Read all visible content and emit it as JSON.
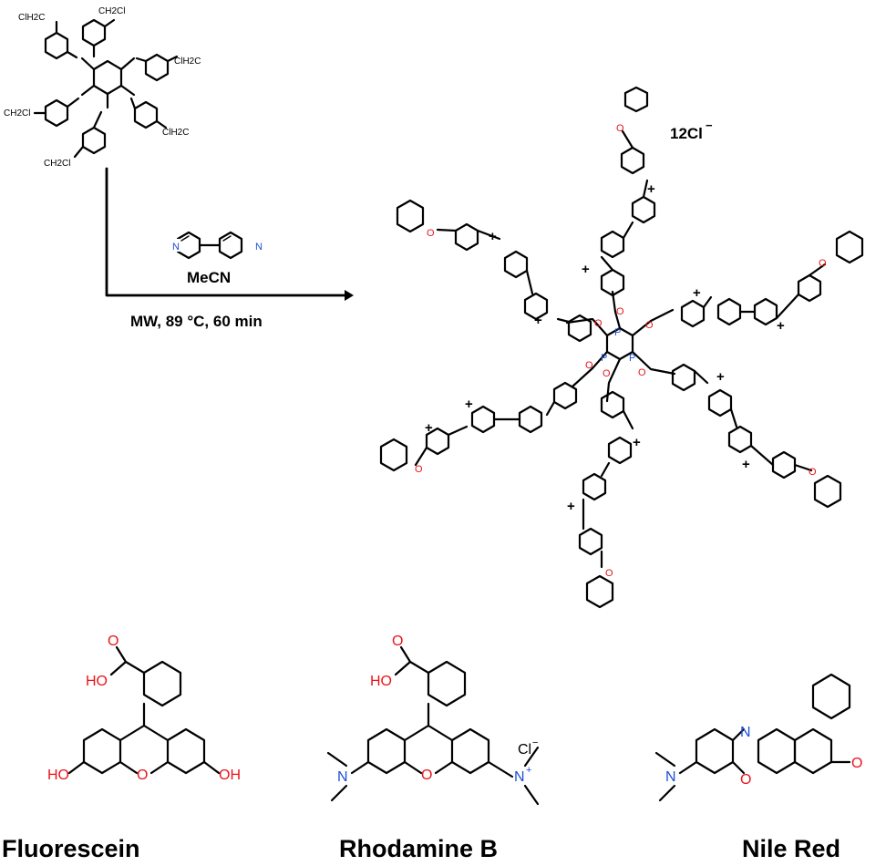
{
  "reaction": {
    "reagent": "MeCN",
    "conditions": "MW, 89 °C, 60 min",
    "reactant_groups": [
      "ClH2C",
      "CH2Cl",
      "ClH2C",
      "CH2Cl",
      "ClH2C",
      "CH2Cl"
    ],
    "counterion": "12Cl",
    "counterion_charge": "−"
  },
  "atoms": {
    "P": "P",
    "N": "N",
    "O": "O",
    "plus": "+"
  },
  "dyes": {
    "fluorescein": {
      "name": "Fluorescein",
      "groups": [
        "HO",
        "OH",
        "HO",
        "O"
      ]
    },
    "rhodamine": {
      "name": "Rhodamine B",
      "groups": [
        "HO",
        "O",
        "N",
        "N",
        "Cl",
        "−",
        "+"
      ]
    },
    "nile_red": {
      "name": "Nile Red",
      "groups": [
        "N",
        "N",
        "O",
        "O"
      ]
    }
  },
  "colors": {
    "oxygen": "#e8141b",
    "nitrogen": "#1c4fd8",
    "bond": "#000000"
  }
}
